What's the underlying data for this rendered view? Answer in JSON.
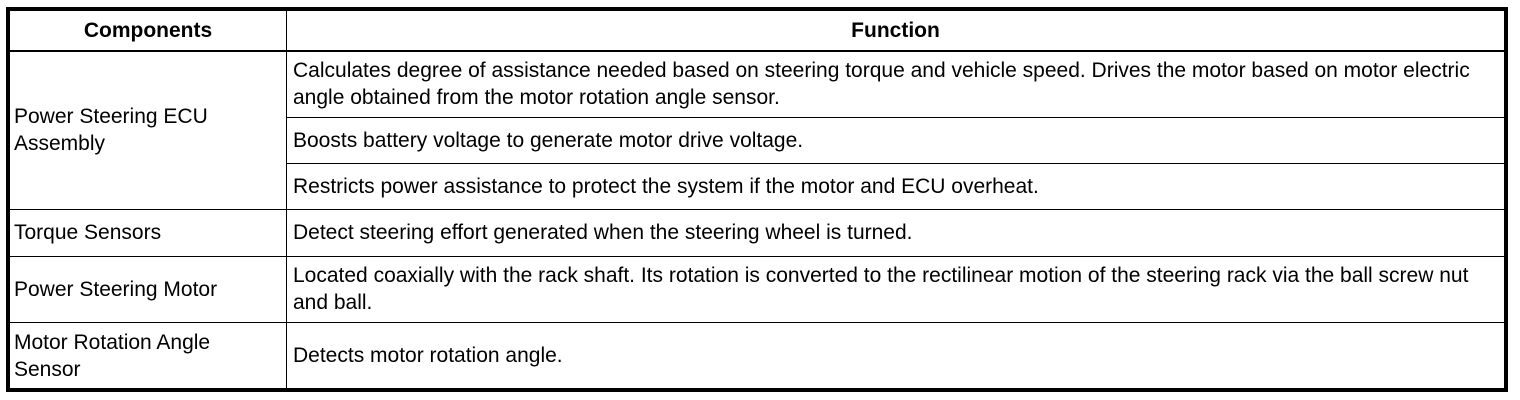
{
  "table": {
    "headers": {
      "components": "Components",
      "function": "Function"
    },
    "rows": [
      {
        "component": "Power Steering ECU Assembly",
        "functions": [
          "Calculates degree of assistance needed based on steering torque and vehicle speed. Drives the motor based on motor electric angle obtained from the motor rotation angle sensor.",
          "Boosts battery voltage to generate motor drive voltage.",
          "Restricts power assistance to protect the system if the motor and ECU overheat."
        ]
      },
      {
        "component": "Torque Sensors",
        "functions": [
          "Detect steering effort generated when the steering wheel is turned."
        ]
      },
      {
        "component": "Power Steering Motor",
        "functions": [
          "Located coaxially with the rack shaft. Its rotation is converted to the rectilinear motion of the steering rack via the ball screw nut and ball."
        ]
      },
      {
        "component": "Motor Rotation Angle Sensor",
        "functions": [
          "Detects motor rotation angle."
        ]
      }
    ]
  }
}
